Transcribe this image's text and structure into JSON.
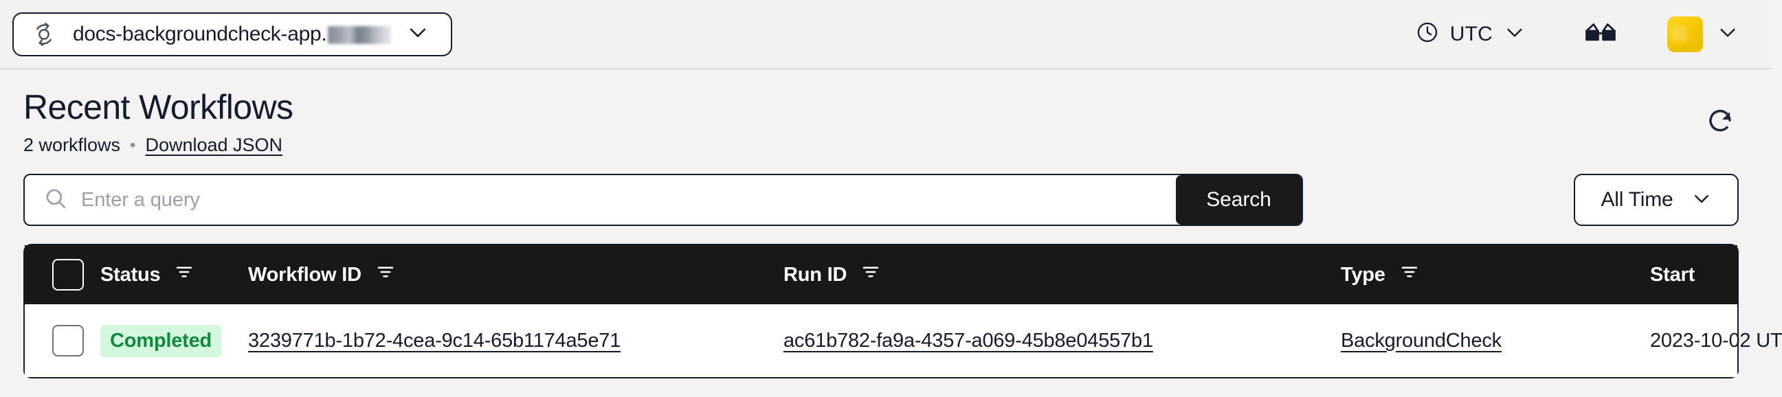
{
  "topbar": {
    "namespace": {
      "icon": "namespace-circular-arrows-icon",
      "label": "docs-backgroundcheck-app.",
      "redacted_suffix": true,
      "chevron": "chevron-down-icon"
    },
    "timezone": {
      "icon": "clock-icon",
      "label": "UTC",
      "chevron": "chevron-down-icon"
    },
    "labs": {
      "icon": "glasses-icon"
    },
    "user": {
      "avatar_color": "#f5c700",
      "chevron": "chevron-down-icon"
    }
  },
  "page": {
    "title": "Recent Workflows",
    "count_label": "2 workflows",
    "separator": "•",
    "download_label": "Download JSON",
    "refresh_icon": "refresh-icon"
  },
  "search": {
    "icon": "search-icon",
    "placeholder": "Enter a query",
    "value": "",
    "button_label": "Search"
  },
  "time_filter": {
    "selected": "All Time",
    "chevron": "chevron-down-icon"
  },
  "table": {
    "columns": [
      {
        "key": "check",
        "label": "",
        "filterable": false
      },
      {
        "key": "status",
        "label": "Status",
        "filterable": true
      },
      {
        "key": "wfid",
        "label": "Workflow ID",
        "filterable": true
      },
      {
        "key": "runid",
        "label": "Run ID",
        "filterable": true
      },
      {
        "key": "type",
        "label": "Type",
        "filterable": true
      },
      {
        "key": "start",
        "label": "Start",
        "filterable": false
      }
    ],
    "rows": [
      {
        "status": "Completed",
        "status_color": "#108a3e",
        "status_bg": "#d4f8dd",
        "workflow_id": "3239771b-1b72-4cea-9c14-65b1174a5e71",
        "run_id": "ac61b782-fa9a-4357-a069-45b8e04557b1",
        "type": "BackgroundCheck",
        "start": "2023-10-02 UT"
      }
    ]
  },
  "colors": {
    "page_bg": "#f3f3f3",
    "topbar_bg": "#f2f2f2",
    "ink": "#141b2d",
    "header_bg": "#181818",
    "accent_dark": "#1a1a1a"
  }
}
